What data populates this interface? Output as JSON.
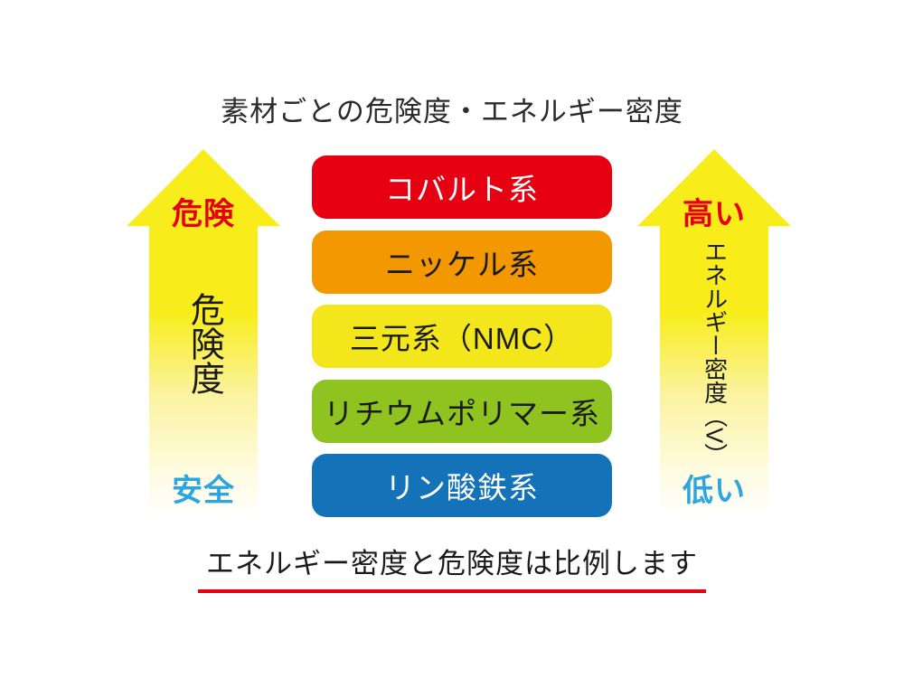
{
  "title": "素材ごとの危険度・エネルギー密度",
  "caption": "エネルギー密度と危険度は比例します",
  "left_axis": {
    "top_label": "危険",
    "axis_label": "危険度",
    "bottom_label": "安全"
  },
  "right_axis": {
    "top_label": "高い",
    "axis_label": "エネルギー密度（V）",
    "bottom_label": "低い"
  },
  "materials": [
    {
      "label": "コバルト系",
      "color": "#e60012",
      "text_color": "#ffffff"
    },
    {
      "label": "ニッケル系",
      "color": "#f39800",
      "text_color": "#1a1a1a"
    },
    {
      "label": "三元系（NMC）",
      "color": "#f3e71c",
      "text_color": "#1a1a1a"
    },
    {
      "label": "リチウムポリマー系",
      "color": "#8fc31f",
      "text_color": "#1a1a1a"
    },
    {
      "label": "リン酸鉄系",
      "color": "#1372b8",
      "text_color": "#ffffff"
    }
  ],
  "colors": {
    "arrow_yellow": "#f8ed1a",
    "danger_red": "#e60012",
    "safe_blue": "#2ca6e0",
    "underline_red": "#e60012",
    "background": "#ffffff"
  }
}
